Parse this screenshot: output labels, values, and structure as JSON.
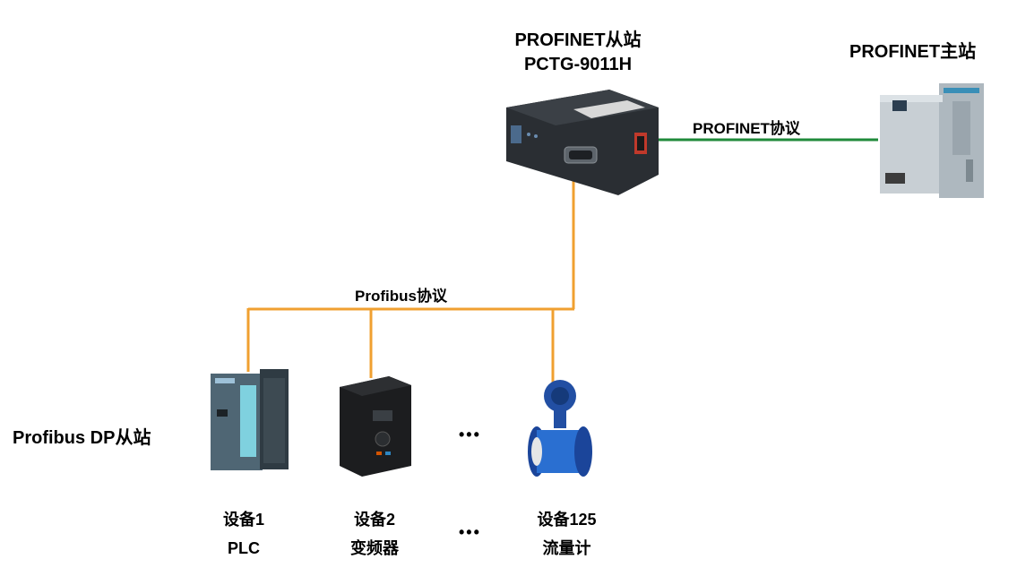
{
  "slave_gateway": {
    "line1": "PROFINET从站",
    "line2": "PCTG-9011H"
  },
  "master": {
    "label": "PROFINET主站"
  },
  "profinet_link": {
    "label": "PROFINET协议",
    "color": "#1f8a3a"
  },
  "profibus_link": {
    "label": "Profibus协议",
    "color": "#f0a030"
  },
  "dp_slaves": {
    "label": "Profibus DP从站"
  },
  "devices": [
    {
      "name": "设备1",
      "type": "PLC"
    },
    {
      "name": "设备2",
      "type": "变频器"
    },
    {
      "name": "设备125",
      "type": "流量计"
    }
  ],
  "ellipsis": "•••"
}
